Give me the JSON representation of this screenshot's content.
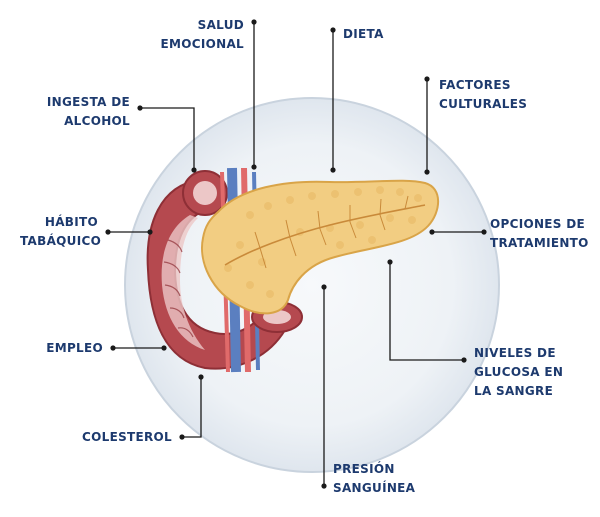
{
  "theme": {
    "label_color": "#1d3a6e",
    "line_color": "#1a1a1a",
    "circle_fill": "#e9eef4",
    "circle_edge": "#c9d3de",
    "pancreas_fill": "#f2cd82",
    "pancreas_edge": "#d9a448",
    "duodenum_fill": "#b5494f",
    "duodenum_inner": "#ecc7c7",
    "artery_color": "#e06a6a",
    "vein_color": "#5b7fc0"
  },
  "factors": [
    {
      "id": "salud-emocional",
      "lines": [
        "SALUD",
        "EMOCIONAL"
      ]
    },
    {
      "id": "dieta",
      "lines": [
        "DIETA"
      ]
    },
    {
      "id": "factores-culturales",
      "lines": [
        "FACTORES",
        "CULTURALES"
      ]
    },
    {
      "id": "ingesta-alcohol",
      "lines": [
        "INGESTA DE",
        "ALCOHOL"
      ]
    },
    {
      "id": "habito-tabaquico",
      "lines": [
        "HÁBITO",
        "TABÁQUICO"
      ]
    },
    {
      "id": "opciones-tratamiento",
      "lines": [
        "OPCIONES DE",
        "TRATAMIENTO"
      ]
    },
    {
      "id": "empleo",
      "lines": [
        "EMPLEO"
      ]
    },
    {
      "id": "niveles-glucosa",
      "lines": [
        "NIVELES DE",
        "GLUCOSA EN",
        "LA SANGRE"
      ]
    },
    {
      "id": "colesterol",
      "lines": [
        "COLESTEROL"
      ]
    },
    {
      "id": "presion-sanguinea",
      "lines": [
        "PRESIÓN",
        "SANGUÍNEA"
      ]
    }
  ]
}
